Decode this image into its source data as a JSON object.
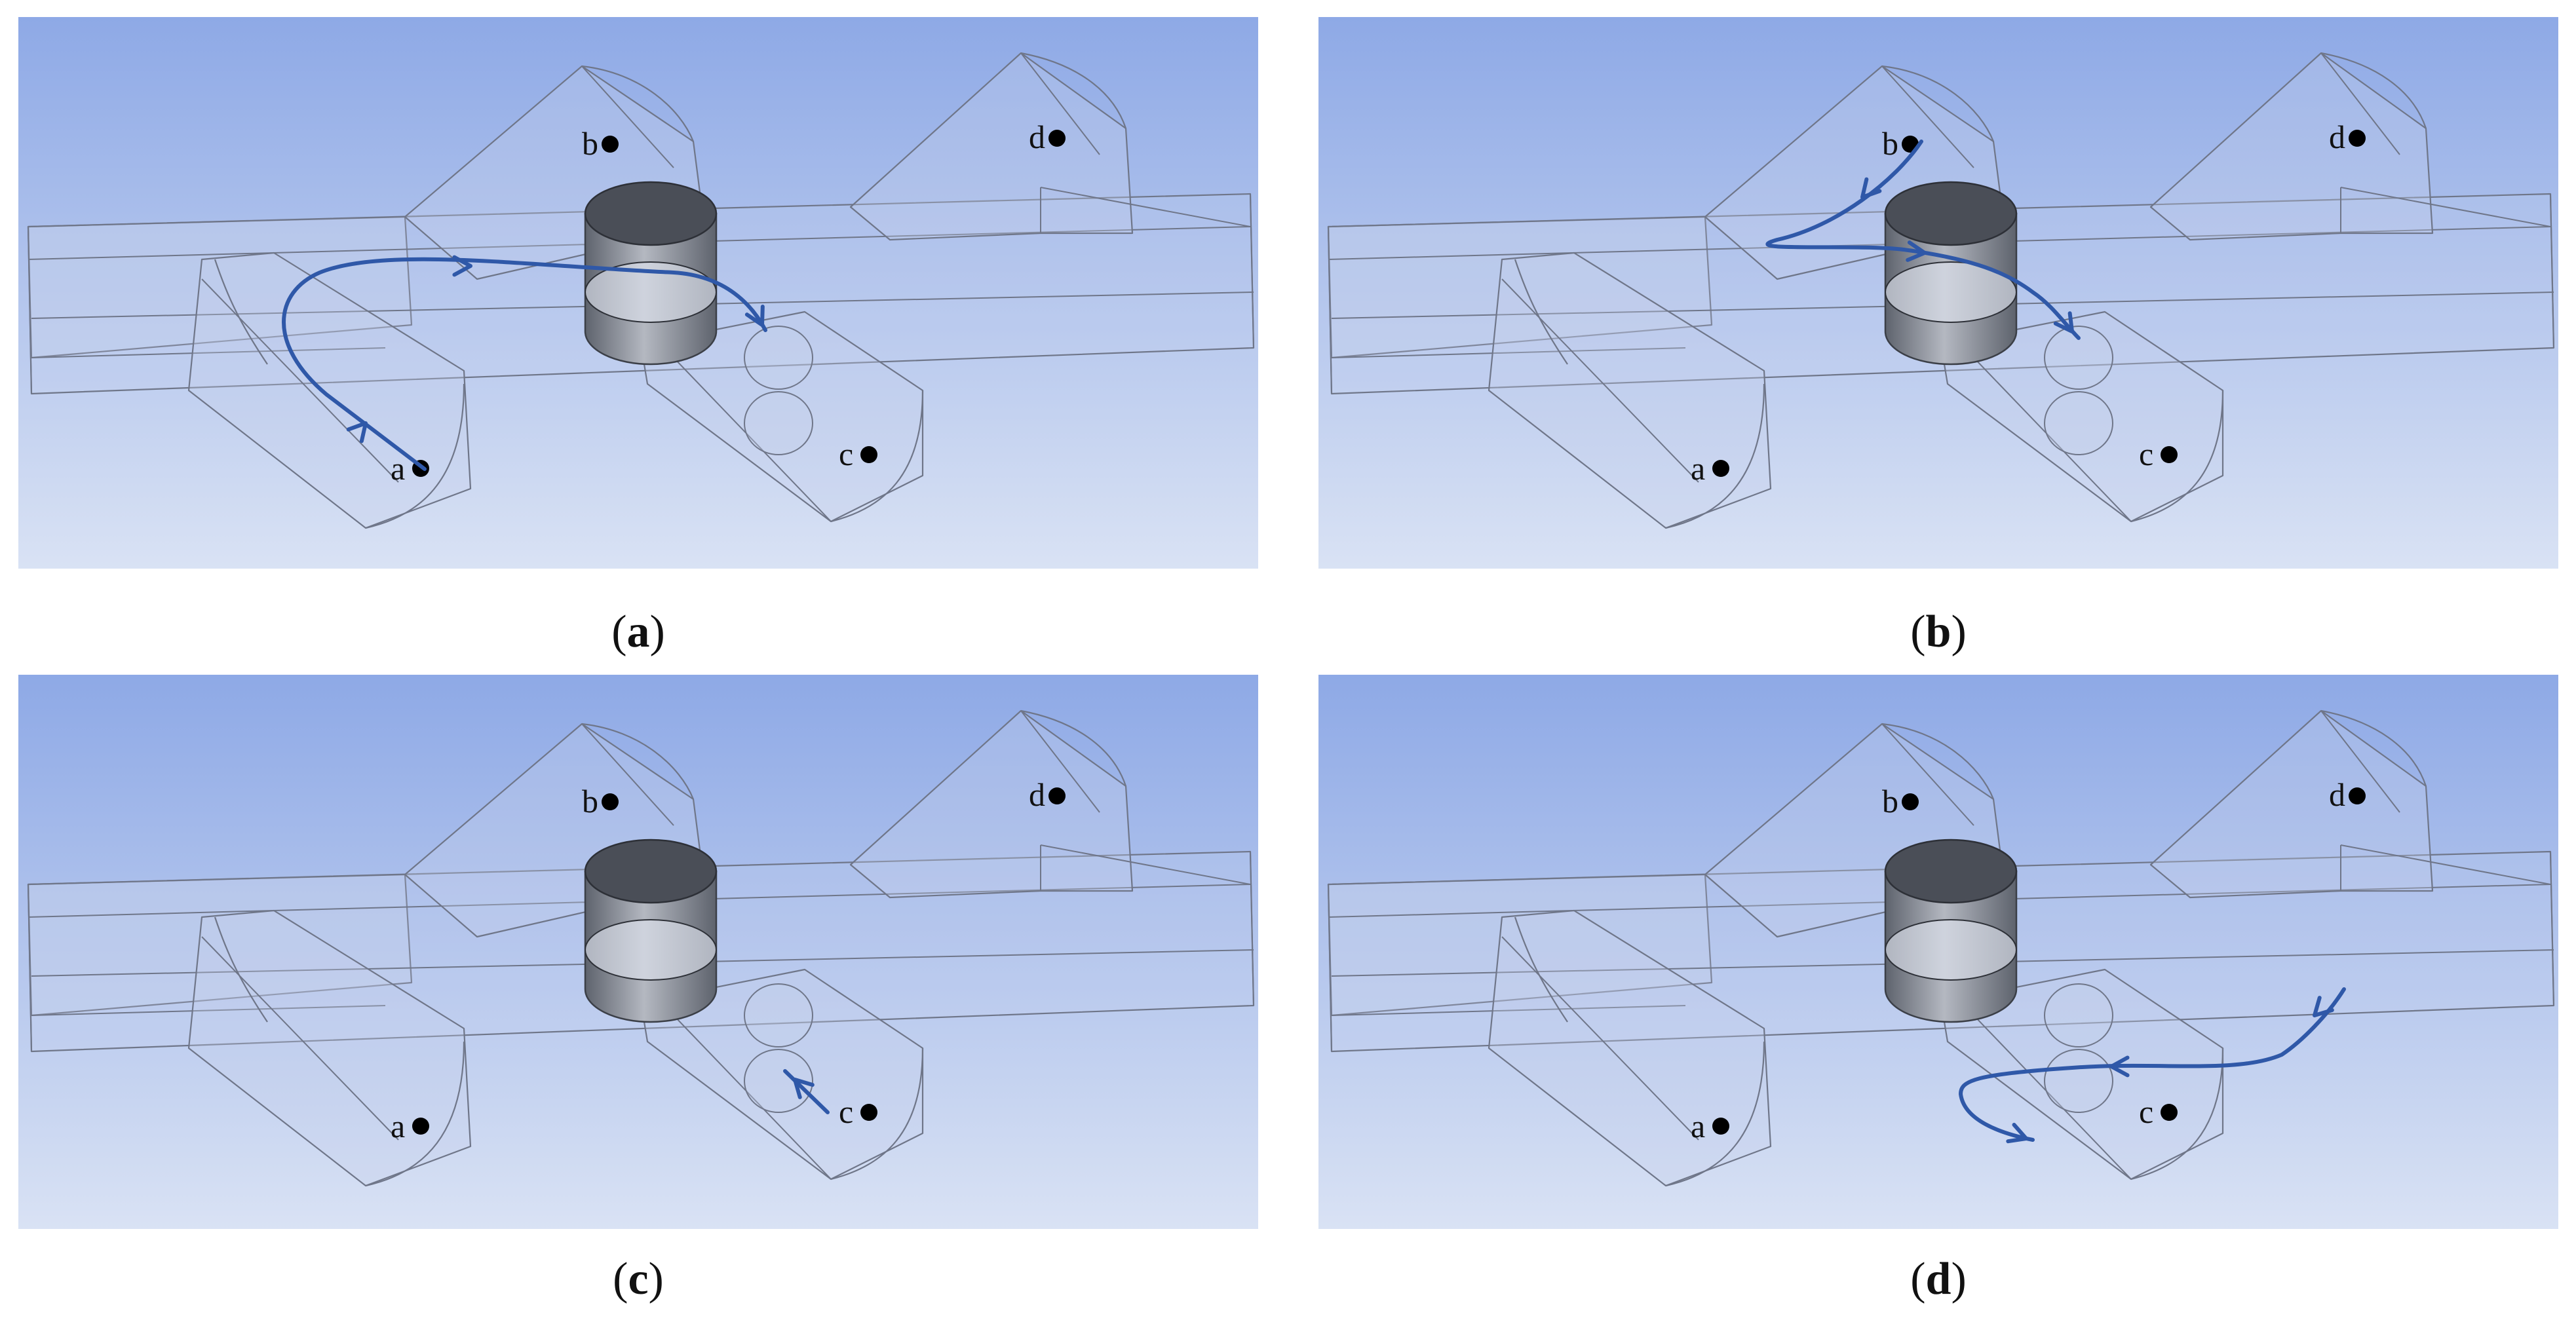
{
  "colors": {
    "bg_top": "#8ea9e6",
    "bg_bottom": "#d9e2f4",
    "duct_fill": "#c7d2ec",
    "edge": "#6f7689",
    "flow": "#2f58a8",
    "cylinder_dark": "#5e636d",
    "cylinder_light": "#b4b8c1",
    "point": "#000000"
  },
  "points": {
    "a": "a",
    "b": "b",
    "c": "c",
    "d": "d"
  },
  "panels": [
    {
      "id": "a",
      "caption_open": "(",
      "caption_letter": "a",
      "caption_close": ")",
      "flow": "a-to-c"
    },
    {
      "id": "b",
      "caption_open": "(",
      "caption_letter": "b",
      "caption_close": ")",
      "flow": "b-to-c"
    },
    {
      "id": "c",
      "caption_open": "(",
      "caption_letter": "c",
      "caption_close": ")",
      "flow": "c-short"
    },
    {
      "id": "d",
      "caption_open": "(",
      "caption_letter": "d",
      "caption_close": ")",
      "flow": "d-to-c"
    }
  ]
}
